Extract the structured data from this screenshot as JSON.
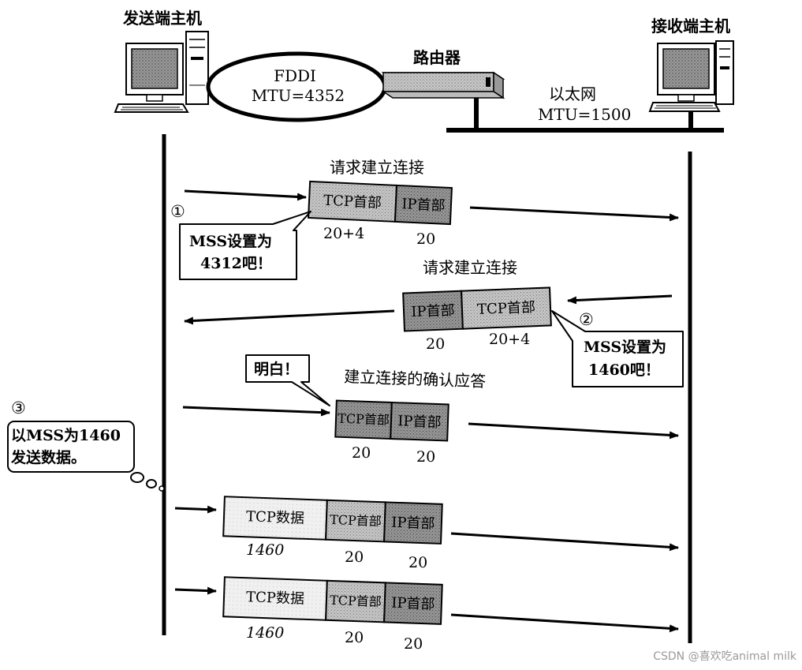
{
  "hosts": {
    "sender_label": "发送端主机",
    "receiver_label": "接收端主机"
  },
  "network": {
    "router_label": "路由器",
    "fddi_name": "FDDI",
    "fddi_mtu": "MTU=4352",
    "ethernet_name": "以太网",
    "ethernet_mtu": "MTU=1500"
  },
  "steps": {
    "step1_marker": "①",
    "step1_title": "请求建立连接",
    "step1_callout_line1": "MSS设置为",
    "step1_callout_line2": "4312吧！",
    "step2_marker": "②",
    "step2_title": "请求建立连接",
    "step2_callout_line1": "MSS设置为",
    "step2_callout_line2": "1460吧！",
    "ack_title": "建立连接的确认应答",
    "ack_callout": "明白！",
    "step3_marker": "③",
    "step3_line1": "以MSS为1460",
    "step3_line2": "发送数据。"
  },
  "segments": {
    "tcp_header": "TCP首部",
    "ip_header": "IP首部",
    "tcp_data": "TCP数据",
    "size_20_4": "20+4",
    "size_20": "20",
    "size_1460": "1460"
  },
  "watermark": "CSDN @喜欢吃animal milk",
  "colors": {
    "dark_fill": "#8c8c8c",
    "mid_fill": "#a8a8a8",
    "light_fill": "#ececec",
    "line": "#000000"
  }
}
